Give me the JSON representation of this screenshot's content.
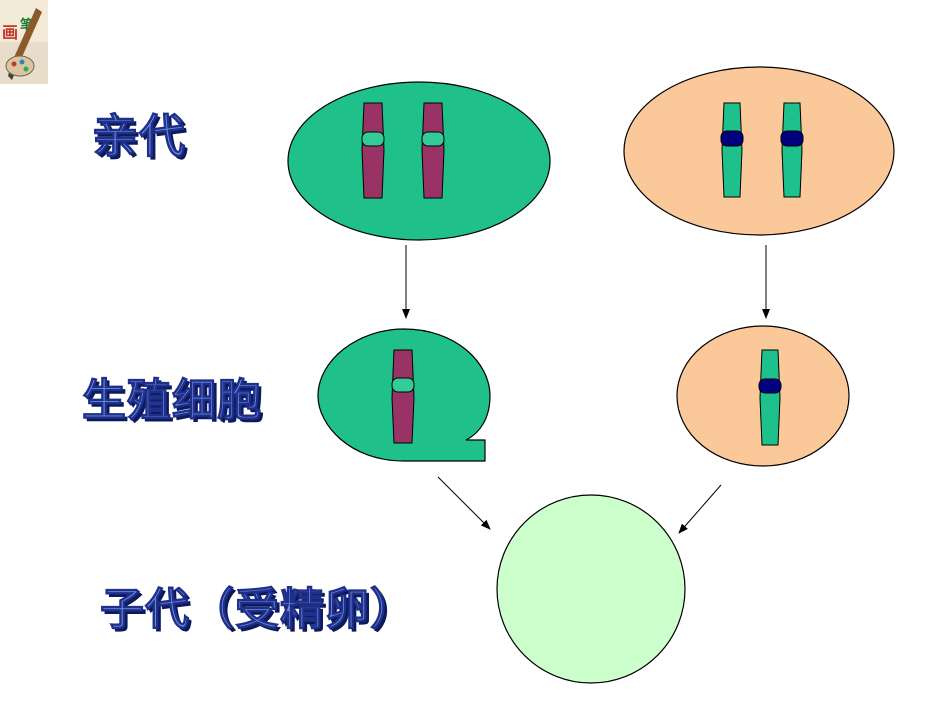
{
  "labels": {
    "parent": "亲代",
    "gamete": "生殖细胞",
    "offspring": "子代（受精卵）"
  },
  "colors": {
    "label_fill": "#6a8fe0",
    "label_outline": "#1f2f8a",
    "green_cell": "#20c08a",
    "orange_cell": "#fbc899",
    "zygote": "#ccffcc",
    "maroon_chromosome": "#993366",
    "teal_chromosome": "#1ec08c",
    "dark_blue_band": "#000080",
    "light_green_band": "#33cc99"
  },
  "icons": {
    "logo": "brush-palette-logo"
  }
}
